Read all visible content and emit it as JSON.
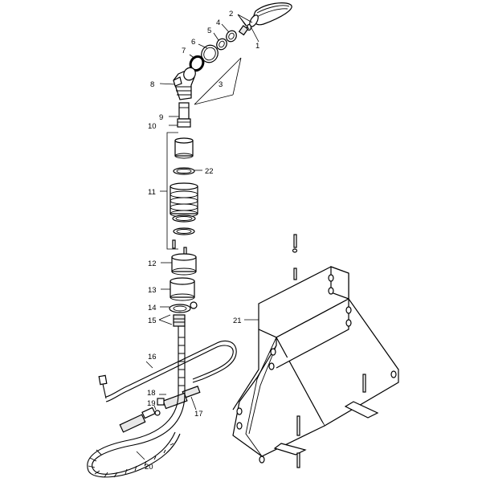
{
  "diagram": {
    "labels": {
      "p1": "1",
      "p2": "2",
      "p3": "3",
      "p4": "4",
      "p5": "5",
      "p6": "6",
      "p7": "7",
      "p8": "8",
      "p9": "9",
      "p10": "10",
      "p11": "11",
      "p12": "12",
      "p13": "13",
      "p14": "14",
      "p15": "15",
      "p16": "16",
      "p17": "17",
      "p18": "18",
      "p19": "19",
      "p20": "20",
      "p21": "21",
      "p22": "22"
    }
  }
}
